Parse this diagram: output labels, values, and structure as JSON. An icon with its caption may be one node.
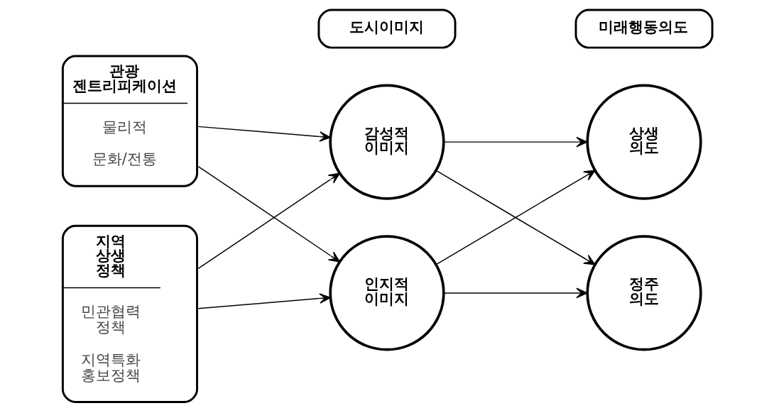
{
  "diagram": {
    "nodes": [
      {
        "text": [
          "관광 젠트리피케이션",
          "물리적",
          "문화/전통"
        ]
      },
      {
        "text": [
          "지역 상생 정책",
          "민관협력 정책",
          "지역특화 홍보정책"
        ]
      },
      {
        "text": [
          "도시이미지"
        ]
      },
      {
        "text": [
          "감성적 이미지"
        ]
      },
      {
        "text": [
          "인지적 이미지"
        ]
      },
      {
        "text": [
          "미래행동의도"
        ]
      },
      {
        "text": [
          "상생 의도"
        ]
      },
      {
        "text": [
          "정주 의도"
        ]
      }
    ],
    "edges": [
      {
        "from": 0,
        "to": 3,
        "arrow": "to"
      },
      {
        "from": 0,
        "to": 4,
        "arrow": "to"
      },
      {
        "from": 1,
        "to": 3,
        "arrow": "to"
      },
      {
        "from": 1,
        "to": 4,
        "arrow": "to"
      },
      {
        "from": 3,
        "to": 6,
        "arrow": "to"
      },
      {
        "from": 3,
        "to": 7,
        "arrow": "to"
      },
      {
        "from": 4,
        "to": 6,
        "arrow": "to"
      },
      {
        "from": 4,
        "to": 7,
        "arrow": "to"
      }
    ]
  }
}
